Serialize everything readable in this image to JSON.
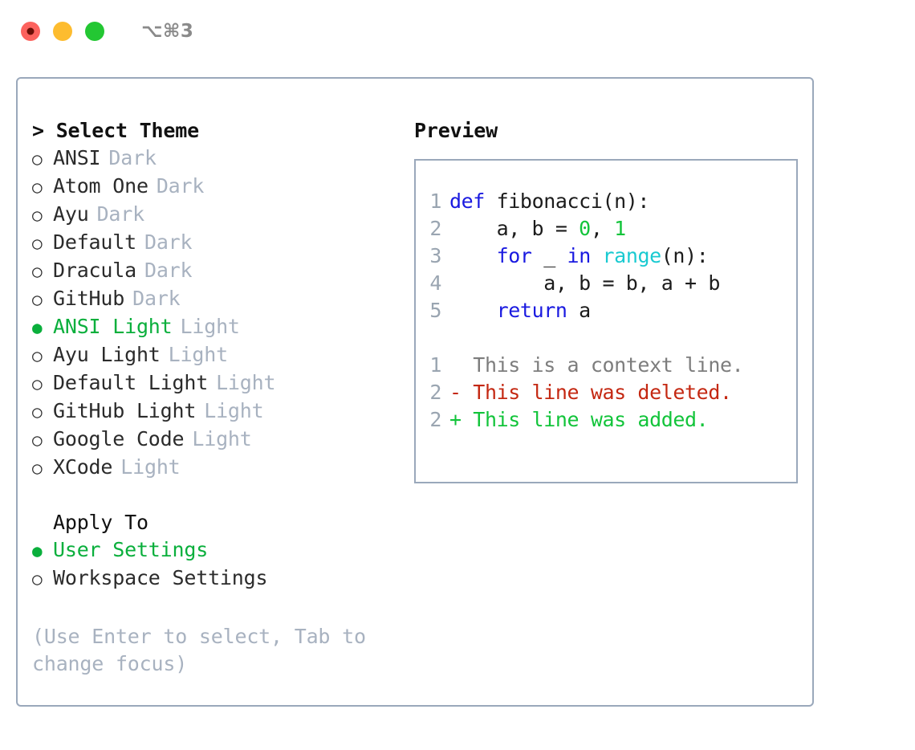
{
  "titlebar": {
    "shortcut": "⌥⌘3",
    "buttons": [
      {
        "name": "close",
        "color": "#fc625d"
      },
      {
        "name": "minimize",
        "color": "#fdbc2f"
      },
      {
        "name": "maximize",
        "color": "#23c733"
      }
    ]
  },
  "theme_list": {
    "header": "> Select Theme",
    "items": [
      {
        "marker": "○",
        "label": "ANSI",
        "tag": "Dark",
        "selected": false
      },
      {
        "marker": "○",
        "label": "Atom One",
        "tag": "Dark",
        "selected": false
      },
      {
        "marker": "○",
        "label": "Ayu",
        "tag": "Dark",
        "selected": false
      },
      {
        "marker": "○",
        "label": "Default",
        "tag": "Dark",
        "selected": false
      },
      {
        "marker": "○",
        "label": "Dracula",
        "tag": "Dark",
        "selected": false
      },
      {
        "marker": "○",
        "label": "GitHub",
        "tag": "Dark",
        "selected": false
      },
      {
        "marker": "●",
        "label": "ANSI Light",
        "tag": "Light",
        "selected": true
      },
      {
        "marker": "○",
        "label": "Ayu Light",
        "tag": "Light",
        "selected": false
      },
      {
        "marker": "○",
        "label": "Default Light",
        "tag": "Light",
        "selected": false
      },
      {
        "marker": "○",
        "label": "GitHub Light",
        "tag": "Light",
        "selected": false
      },
      {
        "marker": "○",
        "label": "Google Code",
        "tag": "Light",
        "selected": false
      },
      {
        "marker": "○",
        "label": "XCode",
        "tag": "Light",
        "selected": false
      }
    ]
  },
  "apply_to": {
    "title": "Apply To",
    "items": [
      {
        "marker": "●",
        "label": "User Settings",
        "selected": true
      },
      {
        "marker": "○",
        "label": "Workspace Settings",
        "selected": false
      }
    ]
  },
  "hint": "(Use Enter to select, Tab to change focus)",
  "preview": {
    "header": "Preview",
    "code_lines": [
      {
        "number": "1",
        "tokens": [
          {
            "text": "def",
            "style": "kw"
          },
          {
            "text": " fibonacci(n):",
            "style": "plain"
          }
        ]
      },
      {
        "number": "2",
        "tokens": [
          {
            "text": "    a, b = ",
            "style": "plain"
          },
          {
            "text": "0",
            "style": "num"
          },
          {
            "text": ", ",
            "style": "plain"
          },
          {
            "text": "1",
            "style": "num"
          }
        ]
      },
      {
        "number": "3",
        "tokens": [
          {
            "text": "    ",
            "style": "plain"
          },
          {
            "text": "for",
            "style": "kw"
          },
          {
            "text": " _ ",
            "style": "plain"
          },
          {
            "text": "in",
            "style": "kw"
          },
          {
            "text": " ",
            "style": "plain"
          },
          {
            "text": "range",
            "style": "fn"
          },
          {
            "text": "(n):",
            "style": "plain"
          }
        ]
      },
      {
        "number": "4",
        "tokens": [
          {
            "text": "        a, b = b, a + b",
            "style": "plain"
          }
        ]
      },
      {
        "number": "5",
        "tokens": [
          {
            "text": "    ",
            "style": "plain"
          },
          {
            "text": "return",
            "style": "kw"
          },
          {
            "text": " a",
            "style": "plain"
          }
        ]
      }
    ],
    "diff_lines": [
      {
        "number": "1",
        "text": "  This is a context line.",
        "kind": "ctx"
      },
      {
        "number": "2",
        "text": "- This line was deleted.",
        "kind": "del"
      },
      {
        "number": "2",
        "text": "+ This line was added.",
        "kind": "add"
      }
    ]
  },
  "colors": {
    "accent_green": "#12c43a",
    "selected_green": "#0aaf3c",
    "keyword_blue": "#1a1ae0",
    "function_cyan": "#19cad1",
    "diff_red": "#c42812",
    "muted": "#a8b2c0",
    "border": "#9aa8bb"
  }
}
